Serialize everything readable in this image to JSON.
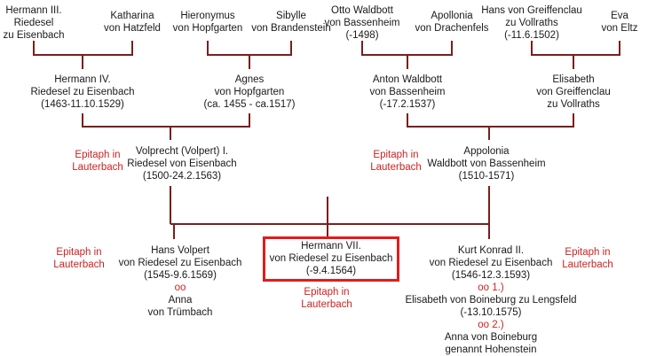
{
  "persons": {
    "hermann3": [
      "Hermann III.",
      "Riedesel",
      "zu Eisenbach"
    ],
    "katharina": [
      "Katharina",
      "von Hatzfeld"
    ],
    "hieronymus": [
      "Hieronymus",
      "von Hopfgarten"
    ],
    "sibylle": [
      "Sibylle",
      "von Brandenstein"
    ],
    "otto": [
      "Otto  Waldbott",
      "von Bassenheim",
      "(-1498)"
    ],
    "apollonia_d": [
      "Apollonia",
      "von Drachenfels"
    ],
    "hans_g": [
      "Hans  von Greiffenclau",
      "zu Vollraths",
      "(-11.6.1502)"
    ],
    "eva": [
      "Eva",
      "von Eltz"
    ],
    "hermann4": [
      "Hermann IV.",
      "Riedesel zu Eisenbach",
      "(1463-11.10.1529)"
    ],
    "agnes": [
      "Agnes",
      "von Hopfgarten",
      "(ca. 1455 - ca.1517)"
    ],
    "anton": [
      "Anton Waldbott",
      "von Bassenheim",
      "(-17.2.1537)"
    ],
    "elisabeth_g": [
      "Elisabeth",
      "von Greiffenclau",
      "zu Vollraths"
    ],
    "volprecht": [
      "Volprecht (Volpert) I.",
      "Riedesel von Eisenbach",
      "(1500-24.2.1563)"
    ],
    "appolonia": [
      "Appolonia",
      "Waldbott von Bassenheim",
      "(1510-1571)"
    ],
    "hans_v": [
      "Hans Volpert",
      "von Riedesel zu Eisenbach",
      "(1545-9.6.1569)"
    ],
    "anna_t": [
      "Anna",
      "von Trümbach"
    ],
    "hermann7": [
      "Hermann VII.",
      "von Riedesel zu Eisenbach",
      "(-9.4.1564)"
    ],
    "kurt": [
      "Kurt Konrad II.",
      "von Riedesel zu Eisenbach",
      "(1546-12.3.1593)"
    ],
    "elisabeth_b": [
      "Elisabeth von Boineburg zu Lengsfeld",
      "(-13.10.1575)"
    ],
    "anna_b": [
      "Anna  von Boineburg",
      "genannt Hohenstein"
    ]
  },
  "marriage": {
    "hans_v": "oo",
    "kurt_1": "oo  1.)",
    "kurt_2": "oo   2.)"
  },
  "epitaph": {
    "volprecht": [
      "Epitaph in",
      "Lauterbach"
    ],
    "appolonia": [
      "Epitaph in",
      "Lauterbach"
    ],
    "hans_v": [
      "Epitaph in",
      "Lauterbach"
    ],
    "hermann7": [
      "Epitaph in",
      "Lauterbach"
    ],
    "kurt": [
      "Epitaph in",
      "Lauterbach"
    ]
  },
  "colors": {
    "line": "#7b1e1e",
    "epitaph": "#cc2222",
    "highlight": "#e31b1b"
  }
}
